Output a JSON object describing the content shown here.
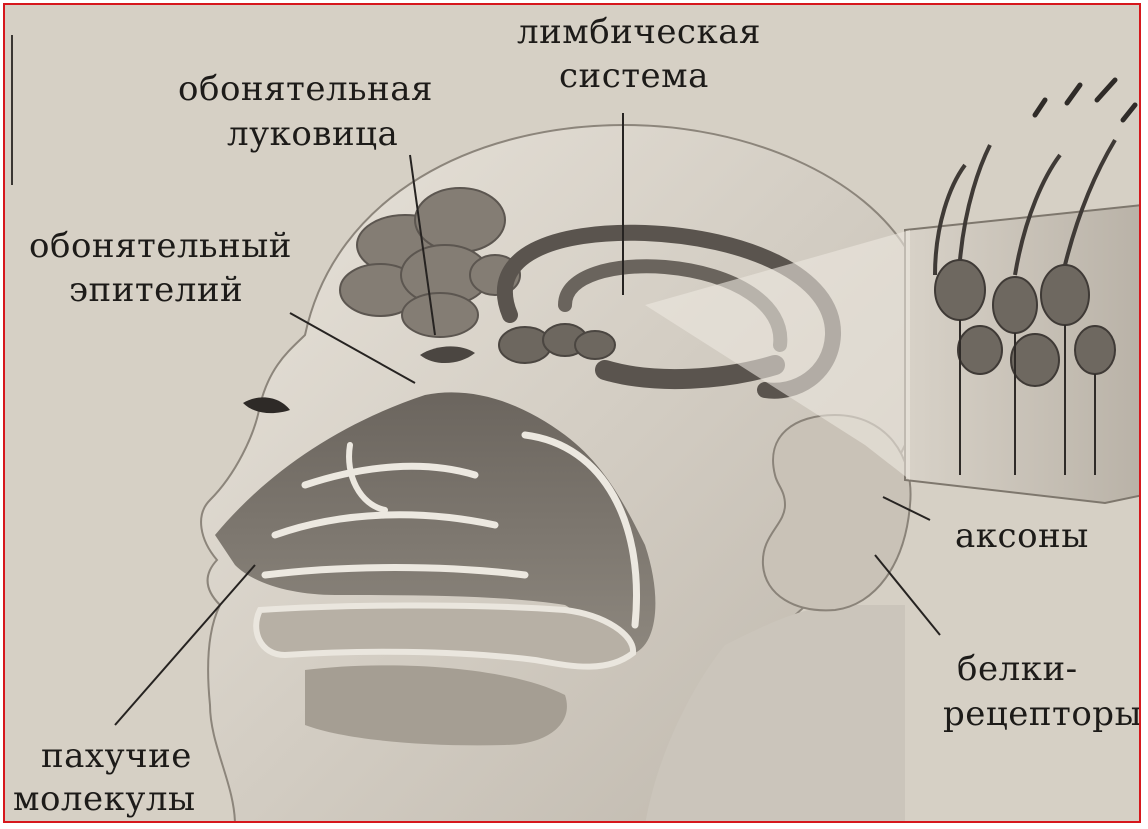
{
  "diagram": {
    "colors": {
      "frame_border": "#d6171c",
      "paper": "#d6d0c5",
      "ink": "#1d1b19",
      "tissue_dark": "#5e5953",
      "tissue_light": "#e6e1d8"
    },
    "labels": {
      "limbic_line1": "лимбическая",
      "limbic_line2": "система",
      "bulb_line1": "обонятельная",
      "bulb_line2": "луковица",
      "epith_line1": "обонятельный",
      "epith_line2": "эпителий",
      "axons": "аксоны",
      "receptors_line1": "белки-",
      "receptors_line2": "рецепторы",
      "odor_line1": "пахучие",
      "odor_line2": "молекулы"
    }
  }
}
